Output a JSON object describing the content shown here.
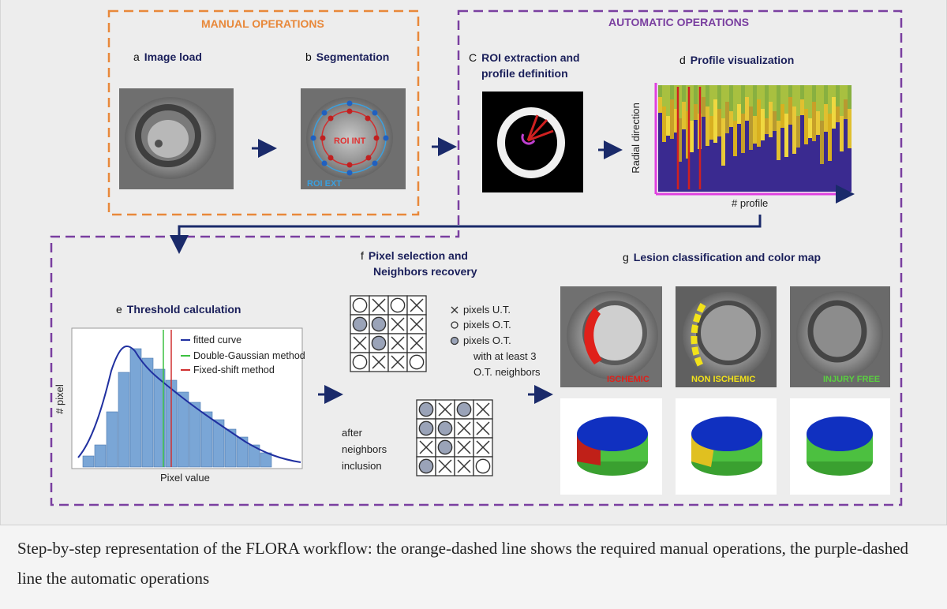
{
  "sections": {
    "manual_title": "MANUAL OPERATIONS",
    "automatic_title": "AUTOMATIC OPERATIONS"
  },
  "steps": {
    "a": {
      "letter": "a",
      "label": "Image load"
    },
    "b": {
      "letter": "b",
      "label": "Segmentation",
      "roi_int": "ROI INT",
      "roi_ext": "ROI EXT"
    },
    "c": {
      "letter": "C",
      "line1": "ROI extraction and",
      "line2": "profile definition"
    },
    "d": {
      "letter": "d",
      "label": "Profile visualization",
      "ylabel": "Radial direction",
      "xlabel": "# profile"
    },
    "e": {
      "letter": "e",
      "label": "Threshold calculation",
      "xlabel": "Pixel value",
      "ylabel": "# pixel"
    },
    "f": {
      "letter": "f",
      "line1": "Pixel selection and",
      "line2": "Neighbors recovery"
    },
    "g": {
      "letter": "g",
      "label": "Lesion classification and color map"
    }
  },
  "histogram_legend": [
    "fitted curve",
    "Double-Gaussian method",
    "Fixed-shift method"
  ],
  "pixel_legend": {
    "ut": "pixels U.T.",
    "ot": "pixels O.T.",
    "ot_n1": "pixels O.T.",
    "ot_n2": "with at least 3",
    "ot_n3": "O.T. neighbors"
  },
  "after_text": [
    "after",
    "neighbors",
    "inclusion"
  ],
  "grid_before": [
    [
      "o",
      "x",
      "o",
      "x"
    ],
    [
      "f",
      "f",
      "x",
      "x"
    ],
    [
      "x",
      "f",
      "x",
      "x"
    ],
    [
      "o",
      "x",
      "x",
      "o"
    ]
  ],
  "grid_after": [
    [
      "f",
      "x",
      "f",
      "x"
    ],
    [
      "f",
      "f",
      "x",
      "x"
    ],
    [
      "x",
      "f",
      "x",
      "x"
    ],
    [
      "f",
      "x",
      "x",
      "o"
    ]
  ],
  "classes": [
    "ISCHEMIC",
    "NON ISCHEMIC",
    "INJURY FREE"
  ],
  "colors": {
    "manual": "#e8883a",
    "automatic": "#7a3fa0",
    "arrow": "#1a2a6a",
    "class_red": "#e0201a",
    "class_yellow": "#f2e21a",
    "class_green": "#5ad040"
  },
  "caption": "Step-by-step representation of the FLORA workflow: the orange-dashed line shows the required manual operations, the purple-dashed line the automatic operations"
}
